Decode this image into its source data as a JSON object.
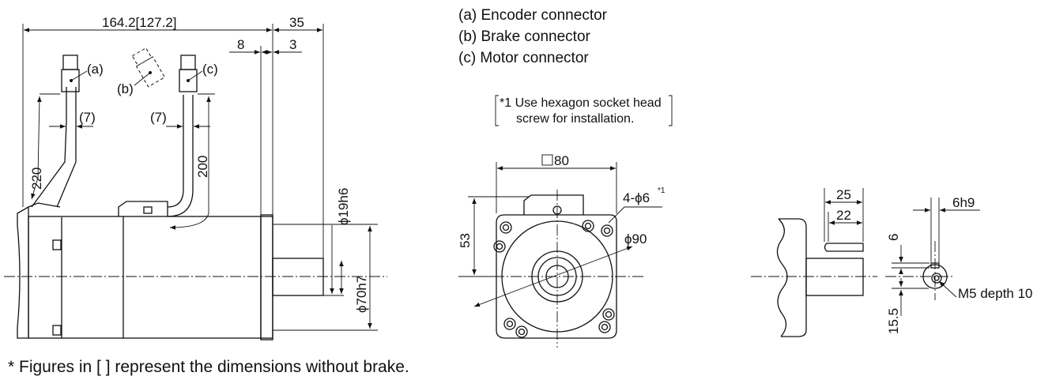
{
  "legend": {
    "a": "(a) Encoder connector",
    "b": "(b) Brake connector",
    "c": "(c) Motor connector"
  },
  "note": {
    "line1": "*1 Use hexagon socket head",
    "line2": "screw for installation."
  },
  "footnote": "* Figures in [  ] represent the dimensions without brake.",
  "side_view": {
    "overall_length": "164.2[127.2]",
    "shaft_length": "35",
    "dim_8": "8",
    "dim_3": "3",
    "cable_a_length": "220",
    "cable_c_length": "200",
    "cable_a_dia": "(7)",
    "cable_c_dia": "(7)",
    "shaft_dia": "ϕ19h6",
    "spigot_dia": "ϕ70h7",
    "label_a": "(a)",
    "label_b": "(b)",
    "label_c": "(c)"
  },
  "front_view": {
    "square": "80",
    "holes": "4-ϕ6",
    "holes_sup": "*1",
    "pcd": "ϕ90",
    "height_53": "53"
  },
  "shaft_detail": {
    "key_25": "25",
    "key_22": "22",
    "key_6": "6",
    "key_width": "6h9",
    "height_15_5": "15.5",
    "tap": "M5 depth 10"
  }
}
